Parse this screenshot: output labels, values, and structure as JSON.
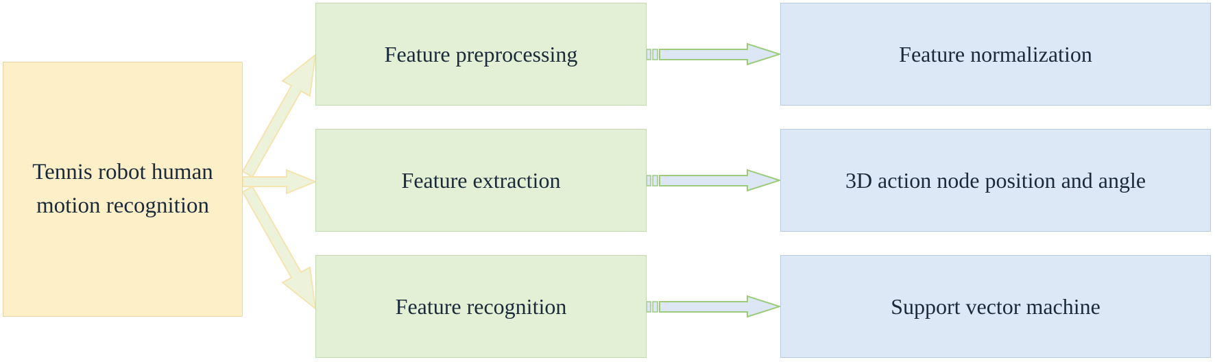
{
  "source": {
    "label": "Tennis robot human motion recognition"
  },
  "steps": [
    {
      "label": "Feature preprocessing"
    },
    {
      "label": "Feature extraction"
    },
    {
      "label": "Feature recognition"
    }
  ],
  "results": [
    {
      "label": "Feature normalization"
    },
    {
      "label": "3D action node position and angle"
    },
    {
      "label": "Support vector machine"
    }
  ],
  "colors": {
    "source_fill": "#fdefc8",
    "step_fill": "#e3f0d6",
    "result_fill": "#dce8f5",
    "branch_arrow_fill": "#edf3da",
    "branch_arrow_stroke": "#f5e3b0",
    "flow_arrow_fill": "#dde6f5",
    "flow_arrow_stroke": "#9ccb7c"
  }
}
